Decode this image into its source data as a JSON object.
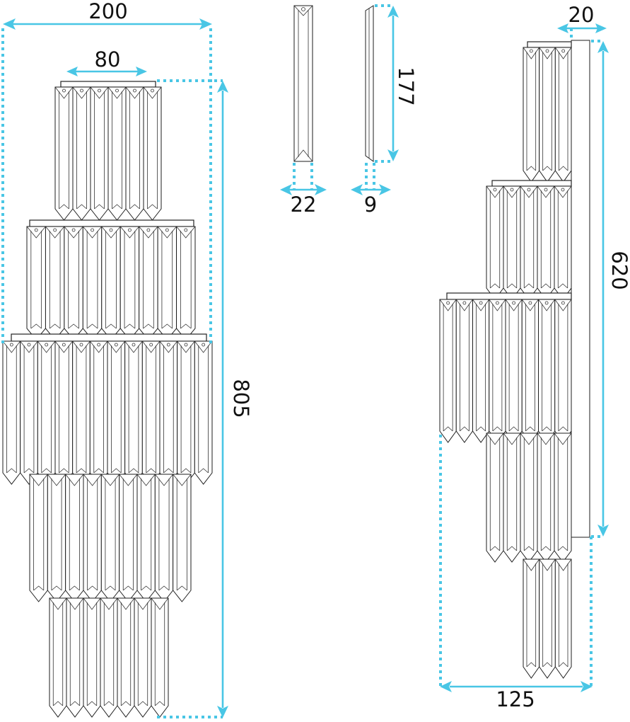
{
  "dimensions": {
    "front_width": "200",
    "front_top_width": "80",
    "front_height": "805",
    "prism_width": "22",
    "prism_depth": "9",
    "prism_length": "177",
    "side_backplate_depth": "20",
    "side_backplate_height": "620",
    "side_depth": "125"
  },
  "colors": {
    "dimension": "#49c6e5",
    "outline": "#1e1e1e"
  }
}
